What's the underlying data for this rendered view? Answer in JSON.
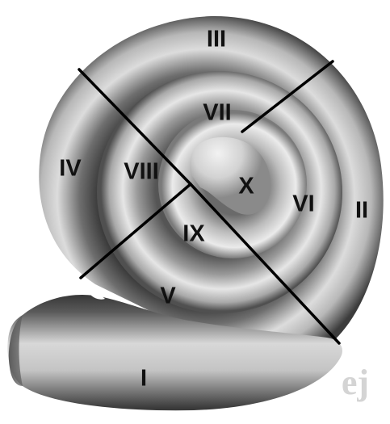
{
  "figure": {
    "segments": [
      {
        "id": "I",
        "label": "I"
      },
      {
        "id": "II",
        "label": "II"
      },
      {
        "id": "III",
        "label": "III"
      },
      {
        "id": "IV",
        "label": "IV"
      },
      {
        "id": "V",
        "label": "V"
      },
      {
        "id": "VI",
        "label": "VI"
      },
      {
        "id": "VII",
        "label": "VII"
      },
      {
        "id": "VIII",
        "label": "VIII"
      },
      {
        "id": "IX",
        "label": "IX"
      },
      {
        "id": "X",
        "label": "X"
      }
    ],
    "watermark": {
      "text": "ej",
      "color": "#d4d4d4"
    }
  }
}
